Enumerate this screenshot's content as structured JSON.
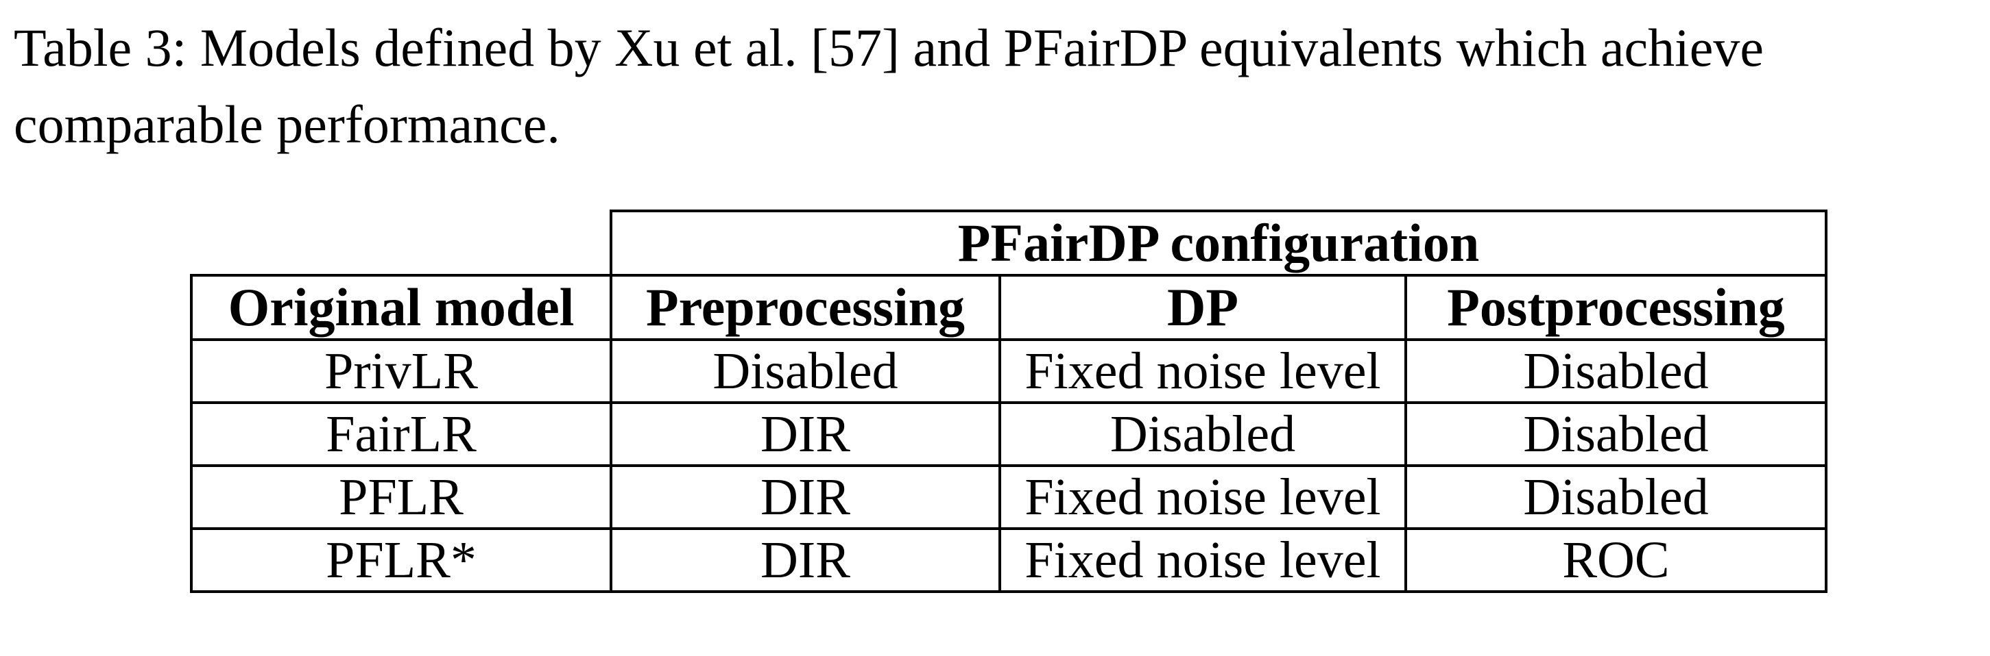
{
  "page": {
    "background": "#ffffff",
    "text_color": "#000000",
    "border_color": "#000000"
  },
  "caption": {
    "line1": "Table 3: Models defined by Xu et al. [57] and PFairDP equivalents which achieve",
    "line2": "comparable performance."
  },
  "table": {
    "group_header": "PFairDP configuration",
    "columns": [
      "Original model",
      "Preprocessing",
      "DP",
      "Postprocessing"
    ],
    "rows": [
      [
        "PrivLR",
        "Disabled",
        "Fixed noise level",
        "Disabled"
      ],
      [
        "FairLR",
        "DIR",
        "Disabled",
        "Disabled"
      ],
      [
        "PFLR",
        "DIR",
        "Fixed noise level",
        "Disabled"
      ],
      [
        "PFLR*",
        "DIR",
        "Fixed noise level",
        "ROC"
      ]
    ]
  }
}
